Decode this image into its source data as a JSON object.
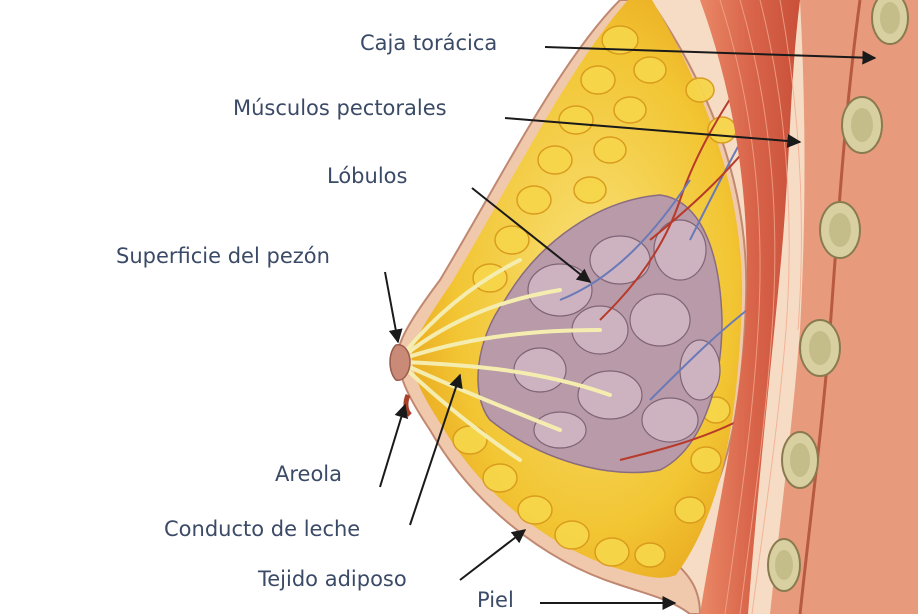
{
  "labels": {
    "caja_toracica": "Caja torácica",
    "musculos_pectorales": "Músculos pectorales",
    "lobulos": "Lóbulos",
    "superficie_pezon": "Superficie del pezón",
    "areola": "Areola",
    "conducto_leche": "Conducto de leche",
    "tejido_adiposo": "Tejido adiposo",
    "piel": "Piel"
  },
  "colors": {
    "skin_background": "#f6dcc4",
    "adipose_yellow": "#f2c533",
    "muscle_red": "#d9654a",
    "lobule_purple": "#b89aa8",
    "rib_bone": "#d8d0a0",
    "label_text": "#3b4a66",
    "arrow": "#1a1a1a"
  }
}
